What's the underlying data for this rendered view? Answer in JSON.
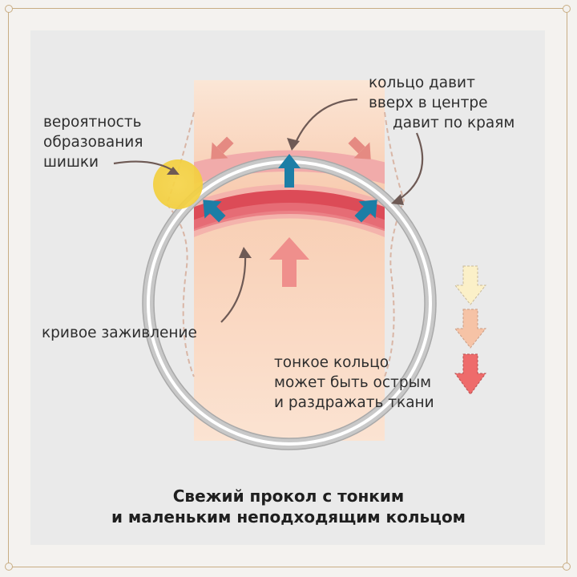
{
  "labels": {
    "bump": [
      "вероятность",
      "образования",
      "шишки"
    ],
    "ring_pressure": [
      "кольцо давит",
      "вверх в центре",
      "давит по краям"
    ],
    "crooked": [
      "кривое заживление"
    ],
    "thin_ring": [
      "тонкое кольцо",
      "может быть острым",
      "и раздражать ткани"
    ]
  },
  "title": [
    "Свежий прокол с тонким",
    "и маленьким неподходящим кольцом"
  ],
  "colors": {
    "skin": "#f9d8c2",
    "tissue_pink": "#ef9aa0",
    "tissue_red": "#dc4b57",
    "ring": "#b9b9b9",
    "blue_arrow": "#1c7ea6",
    "bump": "#f7d54a",
    "annotation_line": "#6e5a55",
    "legend_light": "#fbf0c8",
    "legend_mid": "#f6c3a6",
    "legend_strong": "#ee6b6b"
  }
}
